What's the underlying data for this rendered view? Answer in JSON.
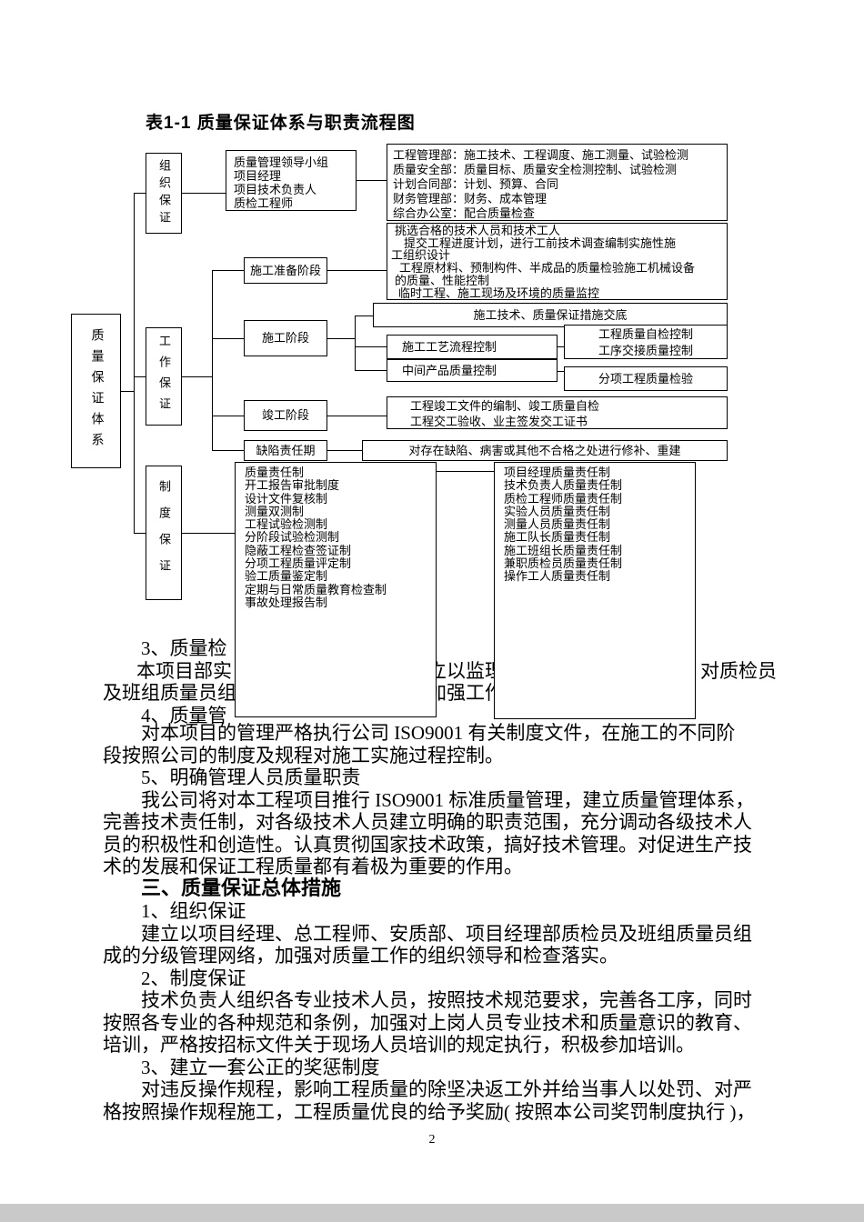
{
  "page": {
    "title": "表1-1  质量保证体系与职责流程图",
    "page_number": "2"
  },
  "flowchart": {
    "root_label": "质量保证体系",
    "branches": {
      "org": "组织保证",
      "work": "工作保证",
      "system": "制度保证"
    },
    "leadership_lines": [
      "质量管理领导小组",
      "项目经理",
      "项目技术负责人",
      "质检工程师"
    ],
    "department_lines": [
      "工程管理部：施工技术、工程调度、施工测量、试验检测",
      "质量安全部：质量目标、质量安全检测控制、试验检测",
      "计划合同部：计划、预算、合同",
      "财务管理部：财务、成本管理",
      "综合办公室：配合质量检查"
    ],
    "stages": {
      "prep": "施工准备阶段",
      "construction": "施工阶段",
      "completion": "竣工阶段",
      "defect": "缺陷责任期"
    },
    "prep_lines": [
      "挑选合格的技术人员和技术工人",
      "提交工程进度计划，进行工前技术调查编制实施性施",
      "工组织设计",
      "工程原材料、预制构件、半成品的质量检验施工机械设备",
      "的质量、性能控制",
      "临时工程、施工现场及环境的质量监控"
    ],
    "disclosure": "施工技术、质量保证措施交底",
    "process_control": "施工工艺流程控制",
    "intermediate_control": "中间产品质量控制",
    "self_check_lines": [
      "工程质量自检控制",
      "工序交接质量控制"
    ],
    "subitem_inspection": "分项工程质量检验",
    "completion_lines": [
      "工程竣工文件的编制、竣工质量自检",
      "工程交工验收、业主签发交工证书"
    ],
    "defect_line": "对存在缺陷、病害或其他不合格之处进行修补、重建",
    "institution_items": [
      "质量责任制",
      "开工报告审批制度",
      "设计文件复核制",
      "测量双测制",
      "工程试验检测制",
      "分阶段试验检测制",
      "隐蔽工程检查签证制",
      "分项工程质量评定制",
      "验工质量鉴定制",
      "定期与日常质量教育检查制",
      "事故处理报告制"
    ],
    "responsibility_items": [
      "项目经理质量责任制",
      "技术负责人质量责任制",
      "质检工程师质量责任制",
      "实验人员质量责任制",
      "测量人员质量责任制",
      "施工队长质量责任制",
      "施工班组长质量责任制",
      "兼职质检员质量责任制",
      "操作工人质量责任制"
    ]
  },
  "body": {
    "fragments": {
      "f1": "3、质量检",
      "f2a": "本项目部实",
      "f2b": "立以监理",
      "f2c": "对质检员",
      "f3a": "及班组质量员组",
      "f3b": "加强工作",
      "f4": "4、质量管"
    },
    "lines": [
      "对本项目的管理严格执行公司 ISO9001 有关制度文件，在施工的不同阶",
      "段按照公司的制度及规程对施工实施过程控制。",
      "5、明确管理人员质量职责",
      "我公司将对本工程项目推行 ISO9001 标准质量管理，建立质量管理体系，",
      "完善技术责任制，对各级技术人员建立明确的职责范围，充分调动各级技术人",
      "员的积极性和创造性。认真贯彻国家技术政策，搞好技术管理。对促进生产技",
      "术的发展和保证工程质量都有着极为重要的作用。",
      "三、质量保证总体措施",
      "1、组织保证",
      "建立以项目经理、总工程师、安质部、项目经理部质检员及班组质量员组",
      "成的分级管理网络，加强对质量工作的组织领导和检查落实。",
      "2、制度保证",
      "技术负责人组织各专业技术人员，按照技术规范要求，完善各工序，同时",
      "按照各专业的各种规范和条例，加强对上岗人员专业技术和质量意识的教育、",
      "培训，严格按招标文件关于现场人员培训的规定执行，积极参加培训。",
      "3、建立一套公正的奖惩制度",
      "对违反操作规程，影响工程质量的除坚决返工外并给当事人以处罚、对严",
      "格按照操作规程施工，工程质量优良的给予奖励( 按照本公司奖罚制度执行 )，"
    ]
  }
}
